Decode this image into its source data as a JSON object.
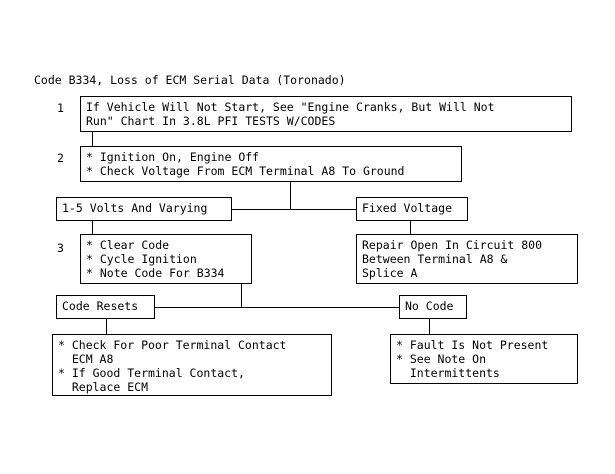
{
  "chart_data": {
    "type": "diagram",
    "title": "Code B334, Loss of ECM Serial Data (Toronado)",
    "diagram_kind": "troubleshooting-flowchart",
    "nodes": [
      {
        "id": "step1",
        "step": "1",
        "text": "If Vehicle Will Not Start, See \"Engine Cranks, But Will Not\nRun\" Chart In 3.8L PFI TESTS W/CODES"
      },
      {
        "id": "step2",
        "step": "2",
        "text": "* Ignition On, Engine Off\n* Check Voltage From ECM Terminal A8 To Ground"
      },
      {
        "id": "branch_varying",
        "step": "",
        "text": "1-5 Volts And Varying"
      },
      {
        "id": "branch_fixed",
        "step": "",
        "text": "Fixed Voltage"
      },
      {
        "id": "step3",
        "step": "3",
        "text": "* Clear Code\n* Cycle Ignition\n* Note Code For B334"
      },
      {
        "id": "repair_open",
        "step": "",
        "text": "Repair Open In Circuit 800\nBetween Terminal A8 &\nSplice A"
      },
      {
        "id": "code_resets",
        "step": "",
        "text": "Code Resets"
      },
      {
        "id": "no_code",
        "step": "",
        "text": "No Code"
      },
      {
        "id": "action_contact",
        "step": "",
        "text": "* Check For Poor Terminal Contact\n  ECM A8\n* If Good Terminal Contact,\n  Replace ECM"
      },
      {
        "id": "action_intermittent",
        "step": "",
        "text": "* Fault Is Not Present\n* See Note On\n  Intermittents"
      }
    ],
    "edges": [
      {
        "from": "step1",
        "to": "step2"
      },
      {
        "from": "step2",
        "to": "branch_varying"
      },
      {
        "from": "step2",
        "to": "branch_fixed"
      },
      {
        "from": "branch_varying",
        "to": "step3"
      },
      {
        "from": "branch_fixed",
        "to": "repair_open"
      },
      {
        "from": "step3",
        "to": "code_resets"
      },
      {
        "from": "step3",
        "to": "no_code"
      },
      {
        "from": "code_resets",
        "to": "action_contact"
      },
      {
        "from": "no_code",
        "to": "action_intermittent"
      }
    ],
    "colors": {
      "background": "#ffffff",
      "stroke": "#000000",
      "text": "#000000"
    }
  },
  "title": "Code B334, Loss of ECM Serial Data (Toronado)",
  "steps": {
    "one": "1",
    "two": "2",
    "three": "3"
  },
  "boxes": {
    "step1": "If Vehicle Will Not Start, See \"Engine Cranks, But Will Not\nRun\" Chart In 3.8L PFI TESTS W/CODES",
    "step2": "* Ignition On, Engine Off\n* Check Voltage From ECM Terminal A8 To Ground",
    "branch_varying": "1-5 Volts And Varying",
    "branch_fixed": "Fixed Voltage",
    "step3": "* Clear Code\n* Cycle Ignition\n* Note Code For B334",
    "repair_open": "Repair Open In Circuit 800\nBetween Terminal A8 &\nSplice A",
    "code_resets": "Code Resets",
    "no_code": "No Code",
    "action_contact": "* Check For Poor Terminal Contact\n  ECM A8\n* If Good Terminal Contact,\n  Replace ECM",
    "action_intermittent": "* Fault Is Not Present\n* See Note On\n  Intermittents"
  }
}
